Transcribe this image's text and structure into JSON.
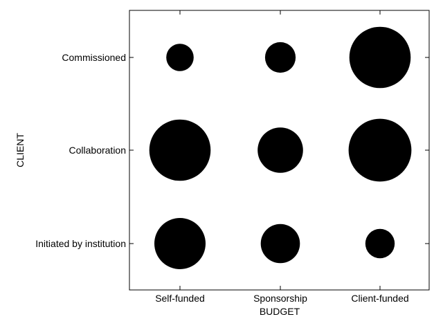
{
  "chart_data": {
    "type": "scatter",
    "title": "",
    "xlabel": "BUDGET",
    "ylabel": "CLIENT",
    "x_categories": [
      "Self-funded",
      "Sponsorship",
      "Client-funded"
    ],
    "y_categories": [
      "Initiated by institution",
      "Collaboration",
      "Commissioned"
    ],
    "points": [
      {
        "x": "Self-funded",
        "y": "Commissioned",
        "size": 2
      },
      {
        "x": "Sponsorship",
        "y": "Commissioned",
        "size": 2.5
      },
      {
        "x": "Client-funded",
        "y": "Commissioned",
        "size": 10
      },
      {
        "x": "Self-funded",
        "y": "Collaboration",
        "size": 10
      },
      {
        "x": "Sponsorship",
        "y": "Collaboration",
        "size": 5.5
      },
      {
        "x": "Client-funded",
        "y": "Collaboration",
        "size": 10.5
      },
      {
        "x": "Self-funded",
        "y": "Initiated by institution",
        "size": 7
      },
      {
        "x": "Sponsorship",
        "y": "Initiated by institution",
        "size": 4.1
      },
      {
        "x": "Client-funded",
        "y": "Initiated by institution",
        "size": 2.3
      }
    ],
    "marker_color": "#000000",
    "grid": false,
    "legend": "none"
  }
}
